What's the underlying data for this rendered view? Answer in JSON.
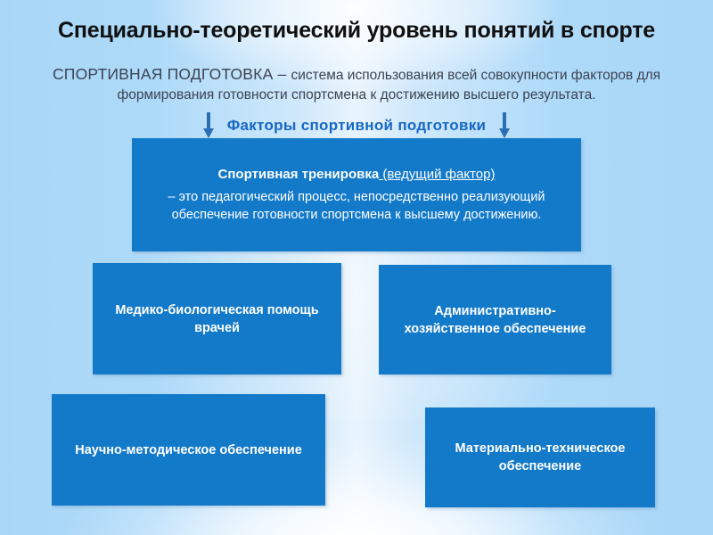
{
  "slide": {
    "title": "Специально-теоретический уровень понятий в спорте",
    "intro": {
      "term": "СПОРТИВНАЯ ПОДГОТОВКА",
      "dash": " – ",
      "definition": "система использования всей совокупности факторов для формирования готовности спортсмена к достижению высшего результата."
    },
    "factors_heading": "Факторы спортивной подготовки",
    "arrows": {
      "left": "arrow-down-icon",
      "right": "arrow-down-icon"
    },
    "boxes": {
      "main": {
        "headline_strong": "Спортивная тренировка",
        "headline_underlined": " (ведущий фактор)",
        "body": "– это педагогический процесс, непосредственно реализующий обеспечение готовности спортсмена к высшему достижению."
      },
      "medical": "Медико-биологическая помощь врачей",
      "administrative": "Административно-хозяйственное обеспечение",
      "scientific": "Научно-методическое обеспечение",
      "material": "Материально-техническое обеспечение"
    },
    "colors": {
      "box_fill": "#1379c9",
      "heading_blue": "#1668c4",
      "title_text": "#101010",
      "intro_text": "#3c4352",
      "background_edge": "#a9d6f7",
      "background_center": "#e9f4fd"
    }
  }
}
